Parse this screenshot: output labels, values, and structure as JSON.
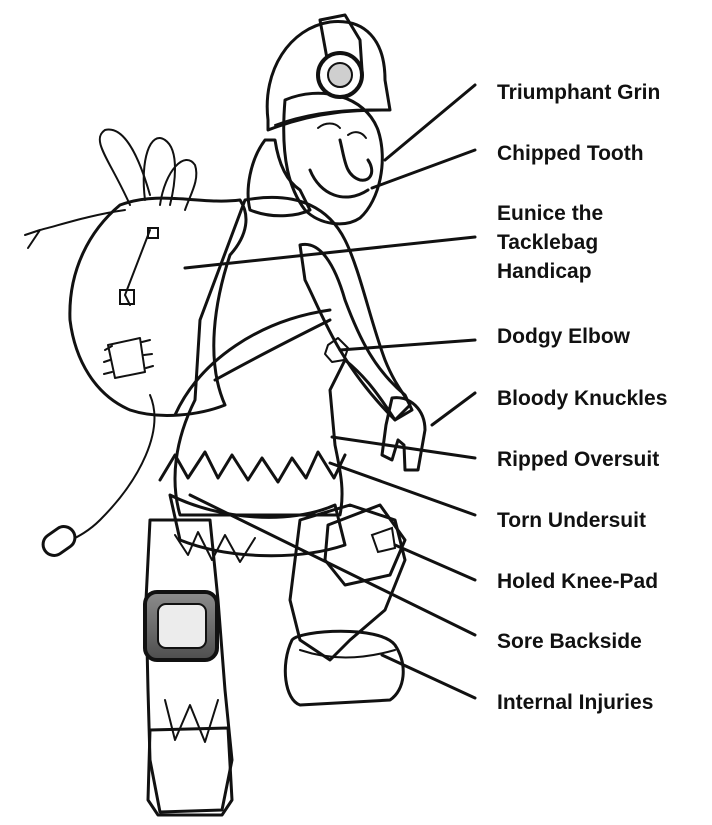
{
  "labels": [
    {
      "id": "grin",
      "lines": [
        "Triumphant Grin"
      ]
    },
    {
      "id": "tooth",
      "lines": [
        "Chipped Tooth"
      ]
    },
    {
      "id": "bag",
      "lines": [
        "Eunice the",
        "Tacklebag",
        "Handicap"
      ]
    },
    {
      "id": "elbow",
      "lines": [
        "Dodgy Elbow"
      ]
    },
    {
      "id": "knuckles",
      "lines": [
        "Bloody Knuckles"
      ]
    },
    {
      "id": "oversuit",
      "lines": [
        "Ripped Oversuit"
      ]
    },
    {
      "id": "undersuit",
      "lines": [
        "Torn Undersuit"
      ]
    },
    {
      "id": "kneepad",
      "lines": [
        "Holed Knee-Pad"
      ]
    },
    {
      "id": "backside",
      "lines": [
        "Sore Backside"
      ]
    },
    {
      "id": "injuries",
      "lines": [
        "Internal Injuries"
      ]
    }
  ],
  "colors": {
    "ink": "#111111",
    "shade": "#9a9a9a",
    "shade_dark": "#6e6e6e",
    "background": "#ffffff"
  }
}
